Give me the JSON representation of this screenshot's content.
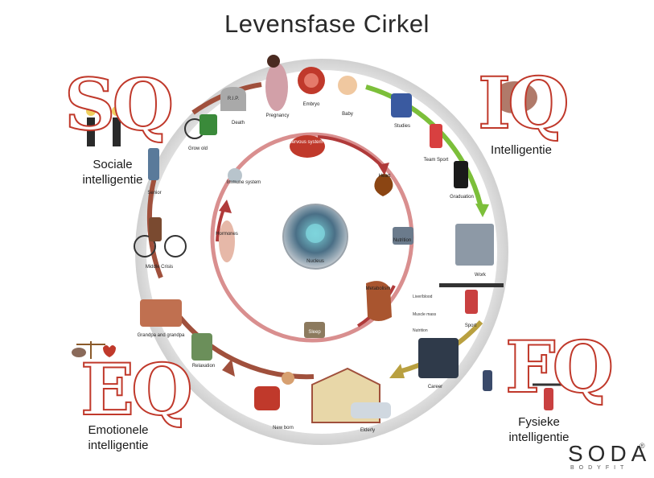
{
  "title": "Levensfase Cirkel",
  "quadrants": {
    "sq": {
      "letters": "SQ",
      "label_line1": "Sociale",
      "label_line2": "intelligentie"
    },
    "iq": {
      "letters": "IQ",
      "label_line1": "Intelligentie",
      "label_line2": ""
    },
    "fq": {
      "letters": "FQ",
      "label_line1": "Fysieke",
      "label_line2": "intelligentie"
    },
    "eq": {
      "letters": "EQ",
      "label_line1": "Emotionele",
      "label_line2": "intelligentie"
    }
  },
  "outer_ring": {
    "stages": [
      "Pregnancy",
      "Embryo",
      "Baby",
      "Studies",
      "Team Sport",
      "Graduation",
      "Work",
      "Sport",
      "Career",
      "Elderly",
      "New born",
      "Relaxation",
      "Grandpa and grandpa",
      "Middle Crisis",
      "Senior",
      "Grow old",
      "Death"
    ],
    "tombstone_text": "R.I.P.",
    "colors": {
      "brown_arc": "#a0503c",
      "green_arc": "#7cbf3a",
      "ring_shadow": "#d6d6d6"
    }
  },
  "inner_ring": {
    "organs": [
      "Nervous system",
      "Heart",
      "Nutrition",
      "Metabolism",
      "Sleep",
      "Hormones",
      "Immune system"
    ],
    "core_label": "Nucleus",
    "metabolism_keywords": [
      "Liver/blood",
      "Muscle mass",
      "Nutrition"
    ],
    "colors": {
      "ring": "#d98f8f",
      "arrow": "#b03a3a"
    }
  },
  "logo": {
    "name": "SODA",
    "registered": "®",
    "tagline": "BODYFIT"
  }
}
